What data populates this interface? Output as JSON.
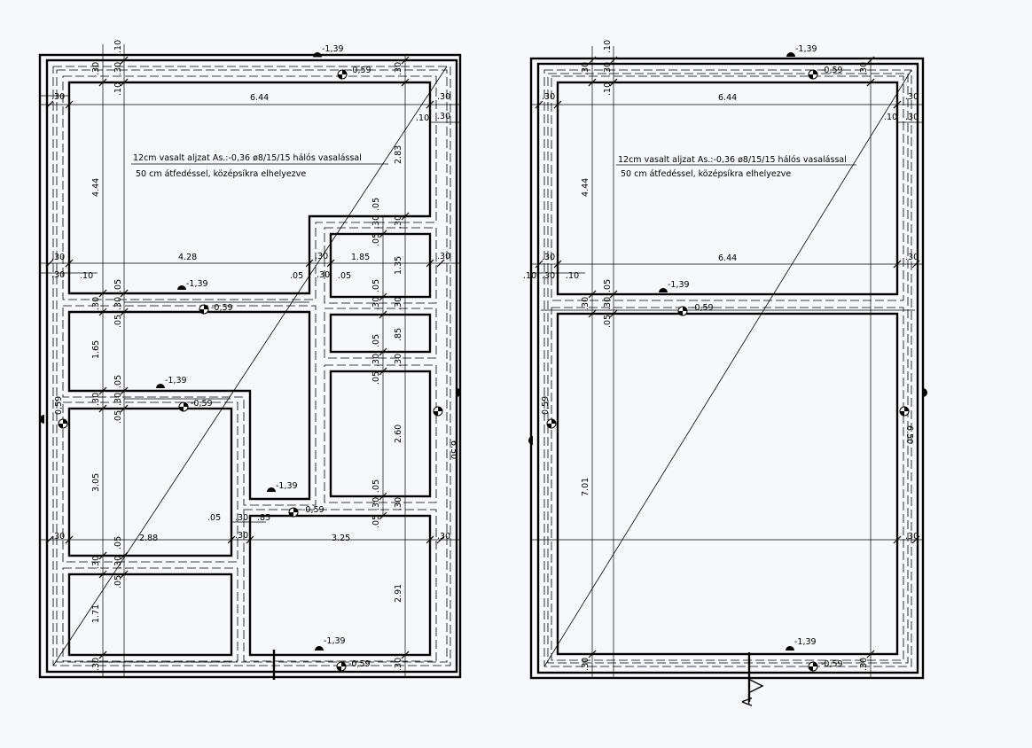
{
  "left_plan": {
    "note_line1": "12cm vasalt aljzat As.:-0,36 ø8/15/15 hálós vasalással",
    "note_line2": "50 cm átfedéssel, középsíkra elhelyezve",
    "dims": {
      "d644": "6.44",
      "d444": "4.44",
      "d428": "4.28",
      "d185": "1.85",
      "d135": "1.35",
      "d283": "2.83",
      "d165": "1.65",
      "d085v": ".85",
      "d260": "2.60",
      "d305": "3.05",
      "d288": "2.88",
      "d325": "3.25",
      "d291": "2.91",
      "d171": "1.71",
      "d650": "6.50",
      "d085h": ".85",
      "d30": ".30",
      "d10": ".10",
      "d05": ".05"
    },
    "levels": {
      "l139": "-1,39",
      "l059": "-0,59",
      "l059b": "0,59"
    }
  },
  "right_plan": {
    "note_line1": "12cm vasalt aljzat As.:-0,36 ø8/15/15 hálós vasalással",
    "note_line2": "50 cm átfedéssel, középsíkra elhelyezve",
    "dims": {
      "d644a": "6.44",
      "d644b": "6.44",
      "d444": "4.44",
      "d701": "7.01",
      "d650": "6.50",
      "d30": ".30",
      "d10": ".10",
      "d05": ".05"
    },
    "levels": {
      "l139": "-1,39",
      "l059": "-0,59",
      "l059b": "0,59"
    },
    "section_label": "A"
  }
}
